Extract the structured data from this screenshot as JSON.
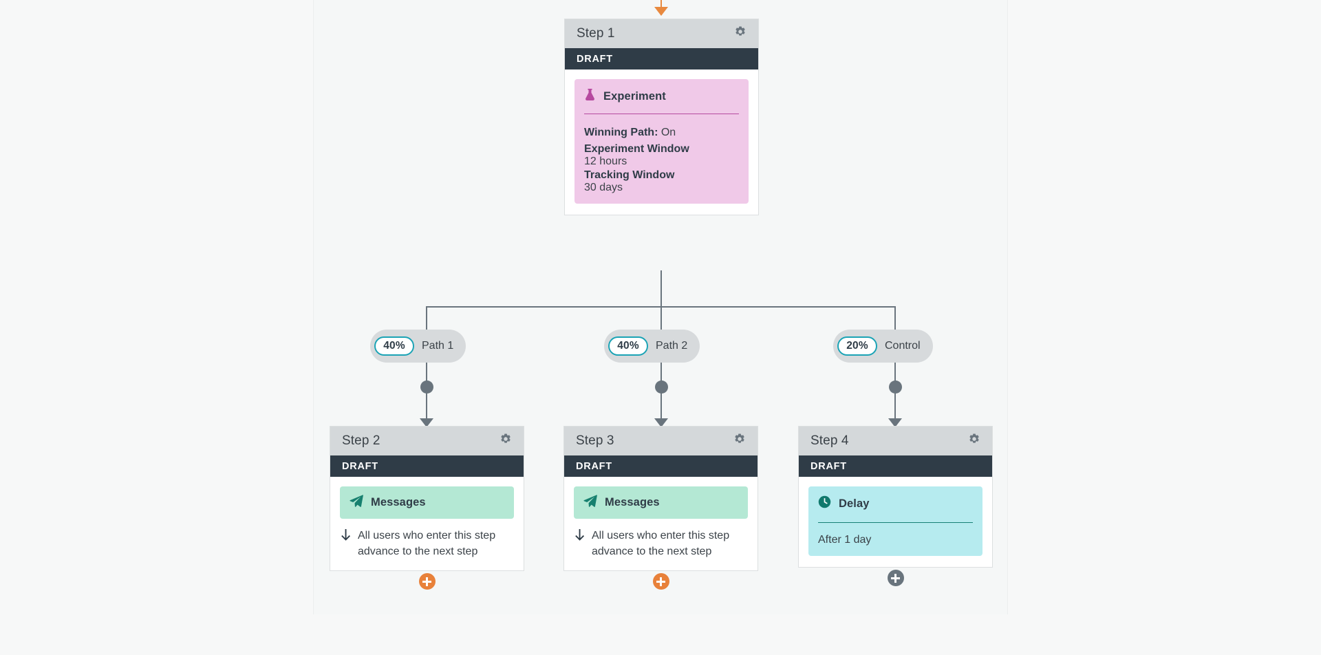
{
  "canvas": {
    "entry_arrow": "arrow-down-icon"
  },
  "steps": [
    {
      "id": "step-1",
      "title": "Step 1",
      "status": "DRAFT",
      "gear": "gear-icon",
      "tile": {
        "kind": "experiment",
        "icon": "flask-icon",
        "label": "Experiment",
        "fields": [
          {
            "label": "Winning Path:",
            "value": "On",
            "inline": true
          },
          {
            "label": "Experiment Window",
            "value": "12 hours",
            "inline": false
          },
          {
            "label": "Tracking Window",
            "value": "30 days",
            "inline": false
          }
        ]
      }
    },
    {
      "id": "step-2",
      "title": "Step 2",
      "status": "DRAFT",
      "gear": "gear-icon",
      "tile": {
        "kind": "messages",
        "icon": "paper-plane-icon",
        "label": "Messages"
      },
      "advance_note": "All users who enter this step advance to the next step",
      "advance_icon": "arrow-down-icon",
      "plus": {
        "label": "+",
        "color": "#e8813a",
        "style": "orange"
      }
    },
    {
      "id": "step-3",
      "title": "Step 3",
      "status": "DRAFT",
      "gear": "gear-icon",
      "tile": {
        "kind": "messages",
        "icon": "paper-plane-icon",
        "label": "Messages"
      },
      "advance_note": "All users who enter this step advance to the next step",
      "advance_icon": "arrow-down-icon",
      "plus": {
        "label": "+",
        "color": "#e8813a",
        "style": "orange"
      }
    },
    {
      "id": "step-4",
      "title": "Step 4",
      "status": "DRAFT",
      "gear": "gear-icon",
      "tile": {
        "kind": "delay",
        "icon": "clock-icon",
        "label": "Delay",
        "value": "After 1 day"
      },
      "plus": {
        "label": "+",
        "color": "#69747d",
        "style": "gray"
      }
    }
  ],
  "paths": [
    {
      "percent": "40%",
      "name": "Path 1"
    },
    {
      "percent": "40%",
      "name": "Path 2"
    },
    {
      "percent": "20%",
      "name": "Control"
    }
  ],
  "colors": {
    "connector": "#69747d",
    "entry_arrow": "#e8893f",
    "plus_orange": "#e8813a",
    "plus_gray": "#69747d",
    "status_bar": "#2f3c47",
    "header": "#d4d8da",
    "experiment_tile": "#f0c9e8",
    "experiment_accent": "#b6499f",
    "messages_tile": "#b4e8d4",
    "messages_accent": "#17806f",
    "delay_tile": "#b6ebef",
    "delay_accent": "#157f74",
    "badge_border": "#1aa3b5",
    "canvas": "#f5f7f7"
  }
}
